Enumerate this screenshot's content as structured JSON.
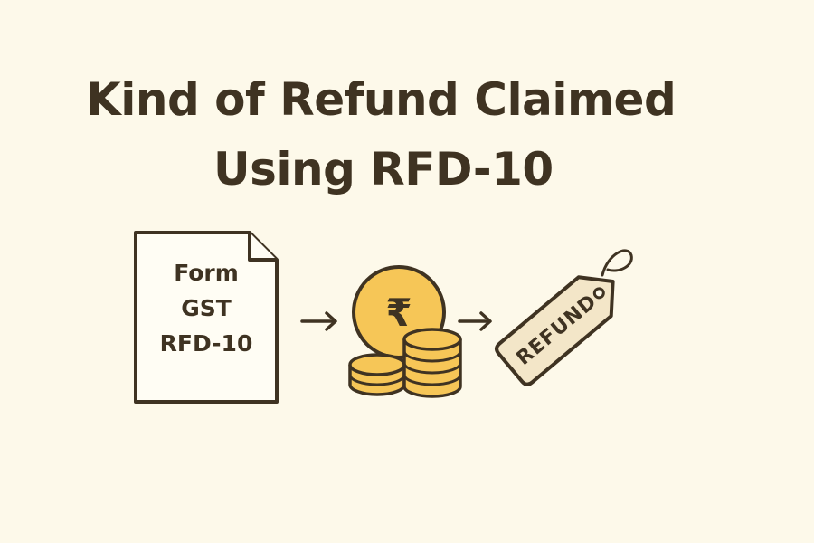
{
  "title": {
    "line1": "Kind of Refund Claimed",
    "line2": "Using RFD-10"
  },
  "form_document": {
    "icon": "document-icon",
    "lines": [
      "Form",
      "GST",
      "RFD-10"
    ]
  },
  "coins": {
    "icon": "rupee-coins-icon",
    "symbol": "₹"
  },
  "refund_tag": {
    "icon": "price-tag-icon",
    "label": "REFUND"
  },
  "arrows": {
    "icon": "arrow-right-icon"
  },
  "colors": {
    "background": "#fdf9ea",
    "ink": "#3f3322",
    "coin_fill": "#f6c657",
    "tag_fill": "#f3e6c8",
    "document_fill": "#fffdf4"
  }
}
